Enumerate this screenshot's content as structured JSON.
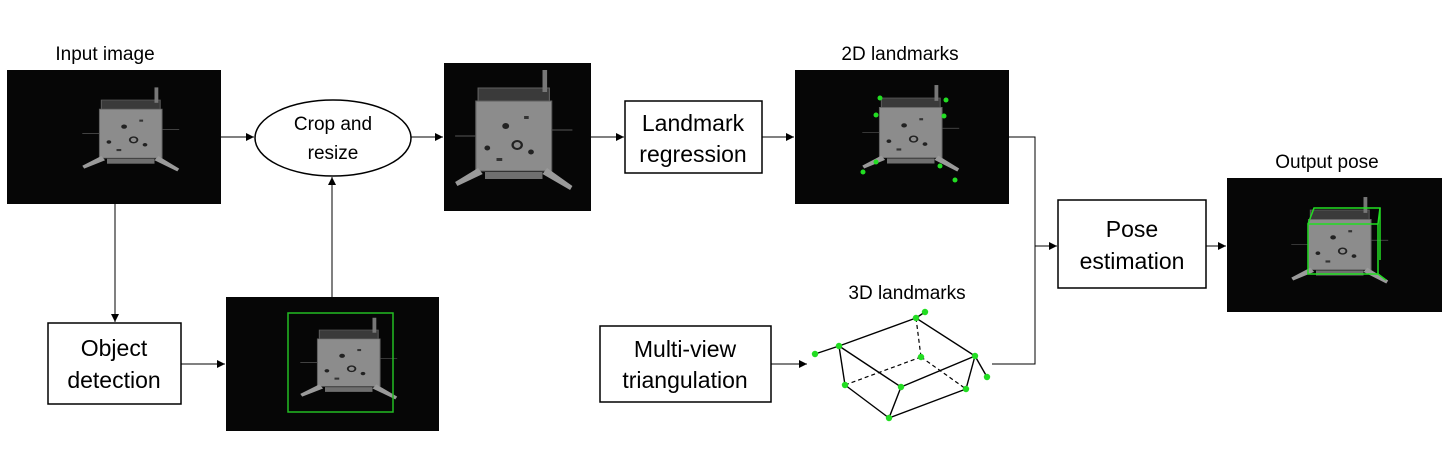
{
  "labels": {
    "input_image": "Input image",
    "landmarks_2d": "2D landmarks",
    "output_pose": "Output pose",
    "landmarks_3d": "3D landmarks"
  },
  "boxes": {
    "crop_resize": [
      "Crop and",
      "resize"
    ],
    "landmark_regression": [
      "Landmark",
      "regression"
    ],
    "pose_estimation": [
      "Pose",
      "estimation"
    ],
    "object_detection": [
      "Object",
      "detection"
    ],
    "multiview_triangulation": [
      "Multi-view",
      "triangulation"
    ]
  },
  "colors": {
    "background": "#ffffff",
    "photo_background": "#060606",
    "satellite_body": "#8c8c8c",
    "satellite_panel": "#3a3a3a",
    "landmark_point": "#22dd22",
    "bounding_box": "#22bb22",
    "arrow": "#000000"
  }
}
